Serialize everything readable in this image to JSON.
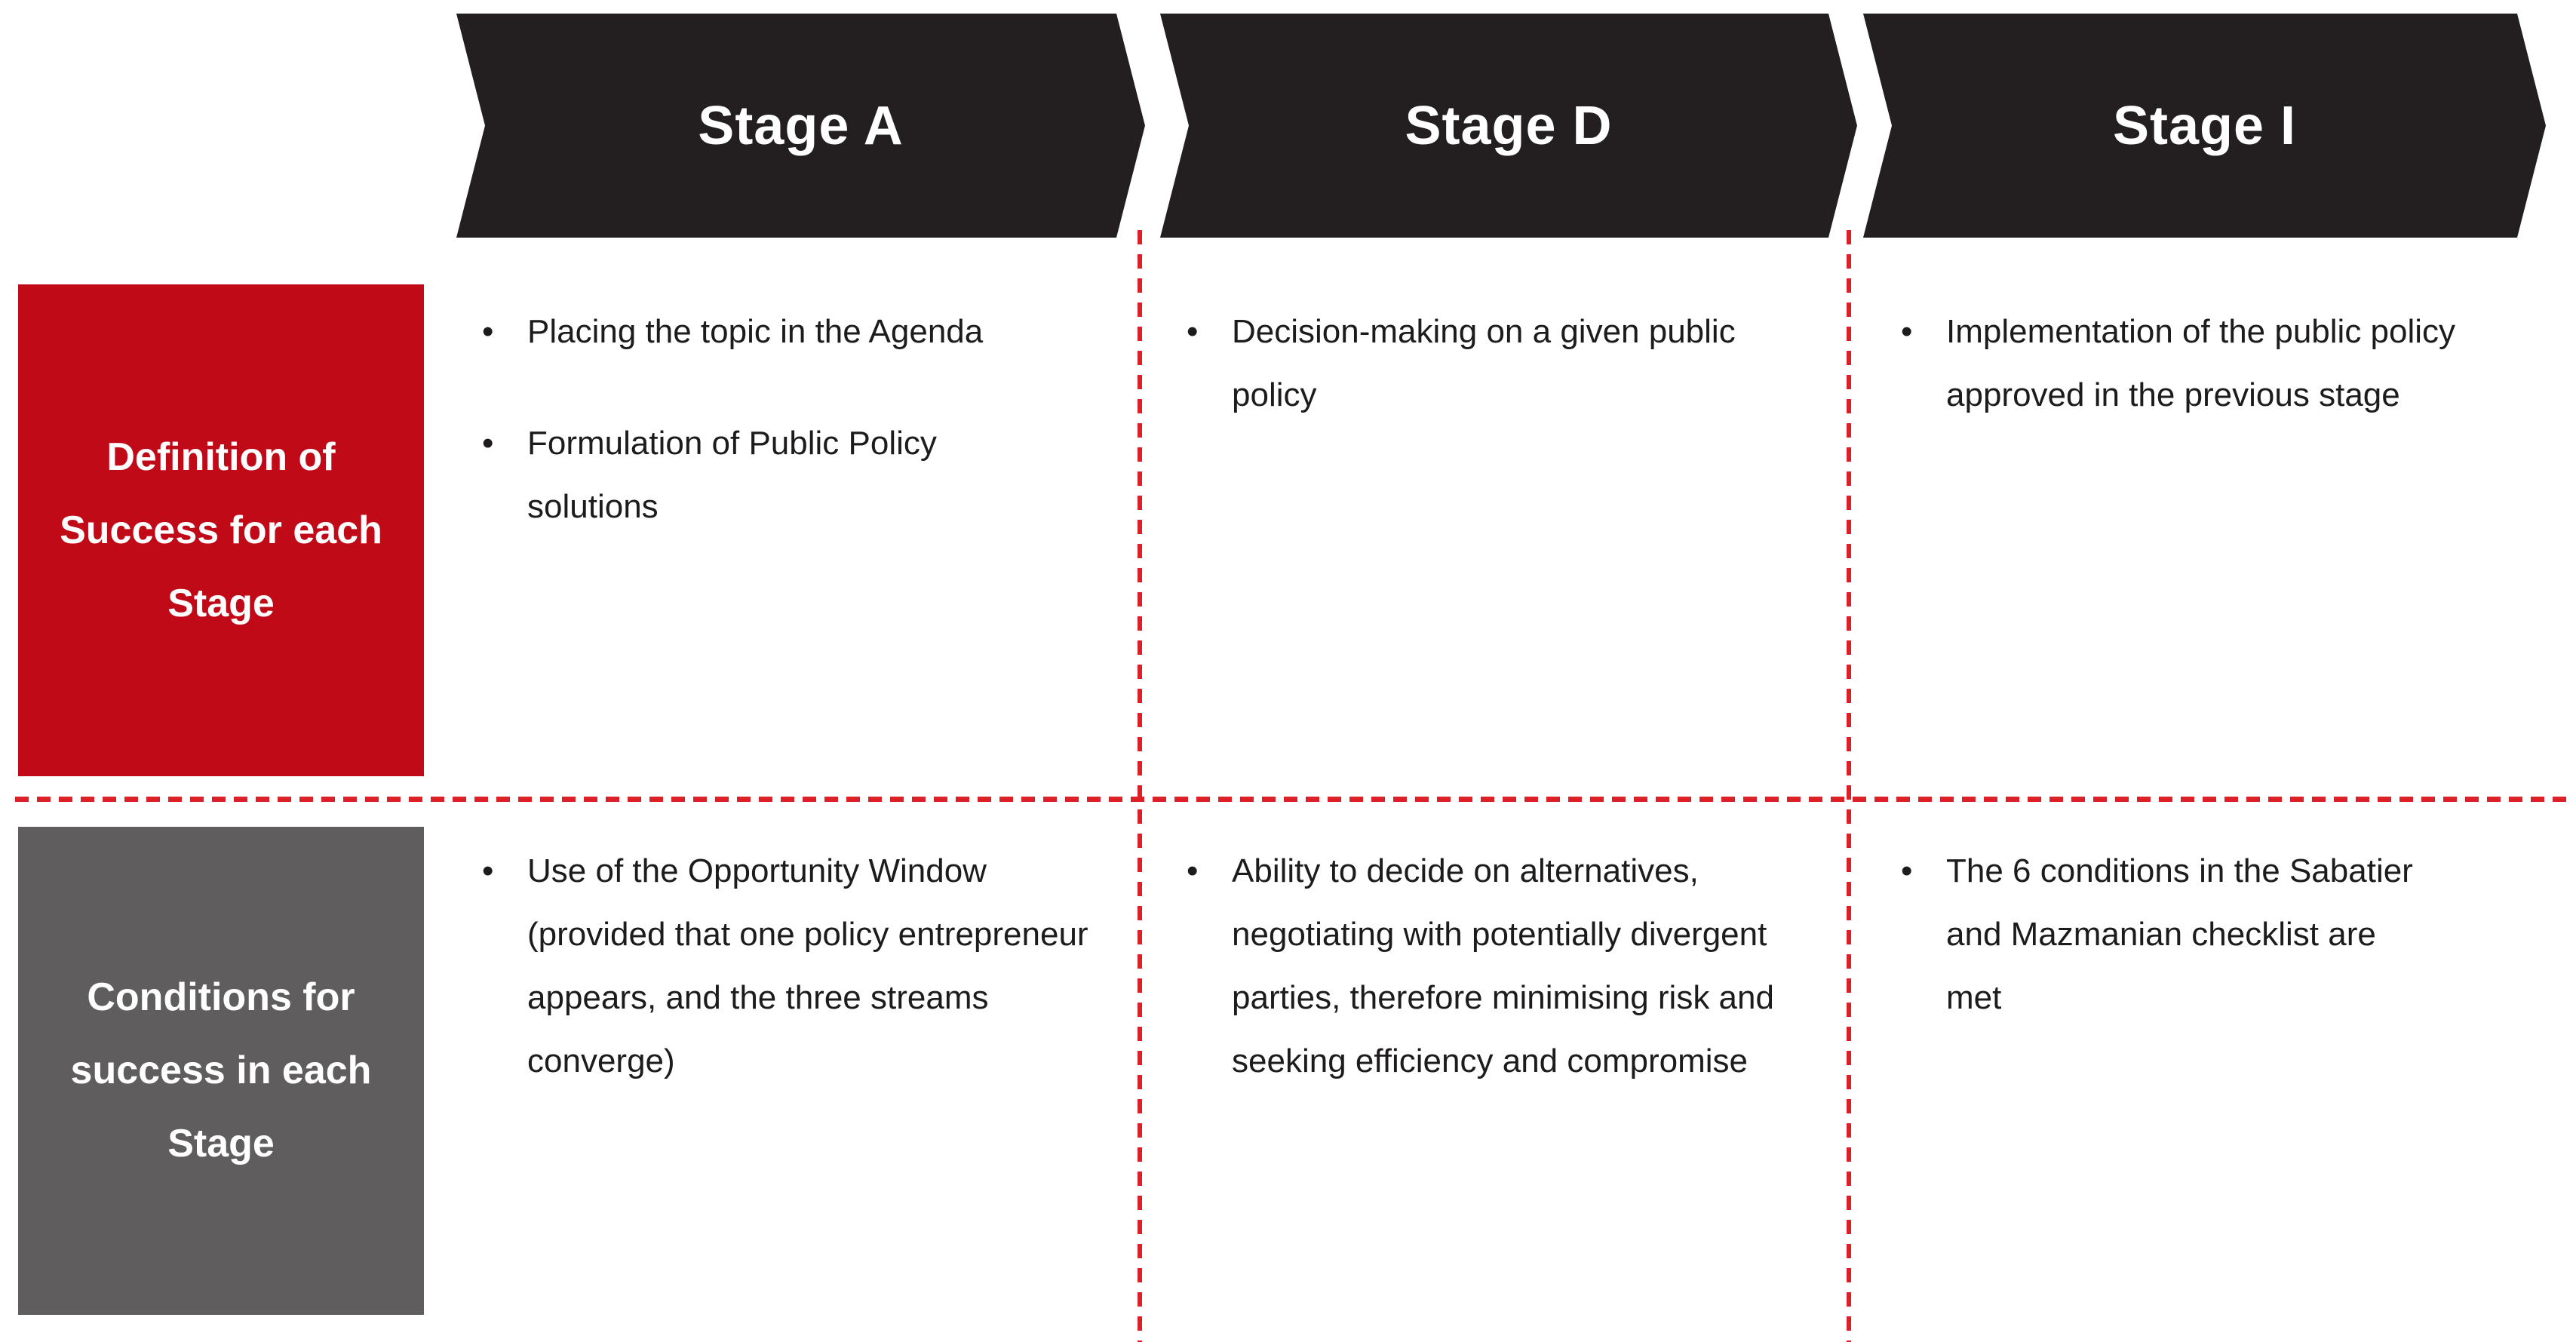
{
  "diagram": {
    "description": "Public policy stages matrix",
    "colors": {
      "chevron_dark": "#231f20",
      "definition_row_red": "#c00a18",
      "conditions_row_gray": "#5f5d5d",
      "dashed_divider_red": "#dc2028",
      "body_text": "#1d1b1c",
      "header_text": "#ffffff"
    },
    "stages": [
      {
        "id": "A",
        "label": "Stage A"
      },
      {
        "id": "D",
        "label": "Stage D"
      },
      {
        "id": "I",
        "label": "Stage I"
      }
    ],
    "rows": [
      {
        "label": "Definition of Success for each Stage",
        "cells": [
          {
            "bullets": [
              "Placing the topic in the Agenda",
              "Formulation of Public Policy solutions"
            ]
          },
          {
            "bullets": [
              "Decision-making on a given public policy"
            ]
          },
          {
            "bullets": [
              "Implementation of the public policy approved in the previous stage"
            ]
          }
        ]
      },
      {
        "label": "Conditions for success in each Stage",
        "cells": [
          {
            "bullets": [
              "Use of the Opportunity Window (provided that one policy entrepreneur appears, and the three streams converge)"
            ]
          },
          {
            "bullets": [
              "Ability to decide on alternatives, negotiating with potentially divergent parties, therefore minimising risk and seeking efficiency and compromise"
            ]
          },
          {
            "bullets": [
              "The 6 conditions in the Sabatier and Mazmanian checklist are met"
            ]
          }
        ]
      }
    ]
  }
}
